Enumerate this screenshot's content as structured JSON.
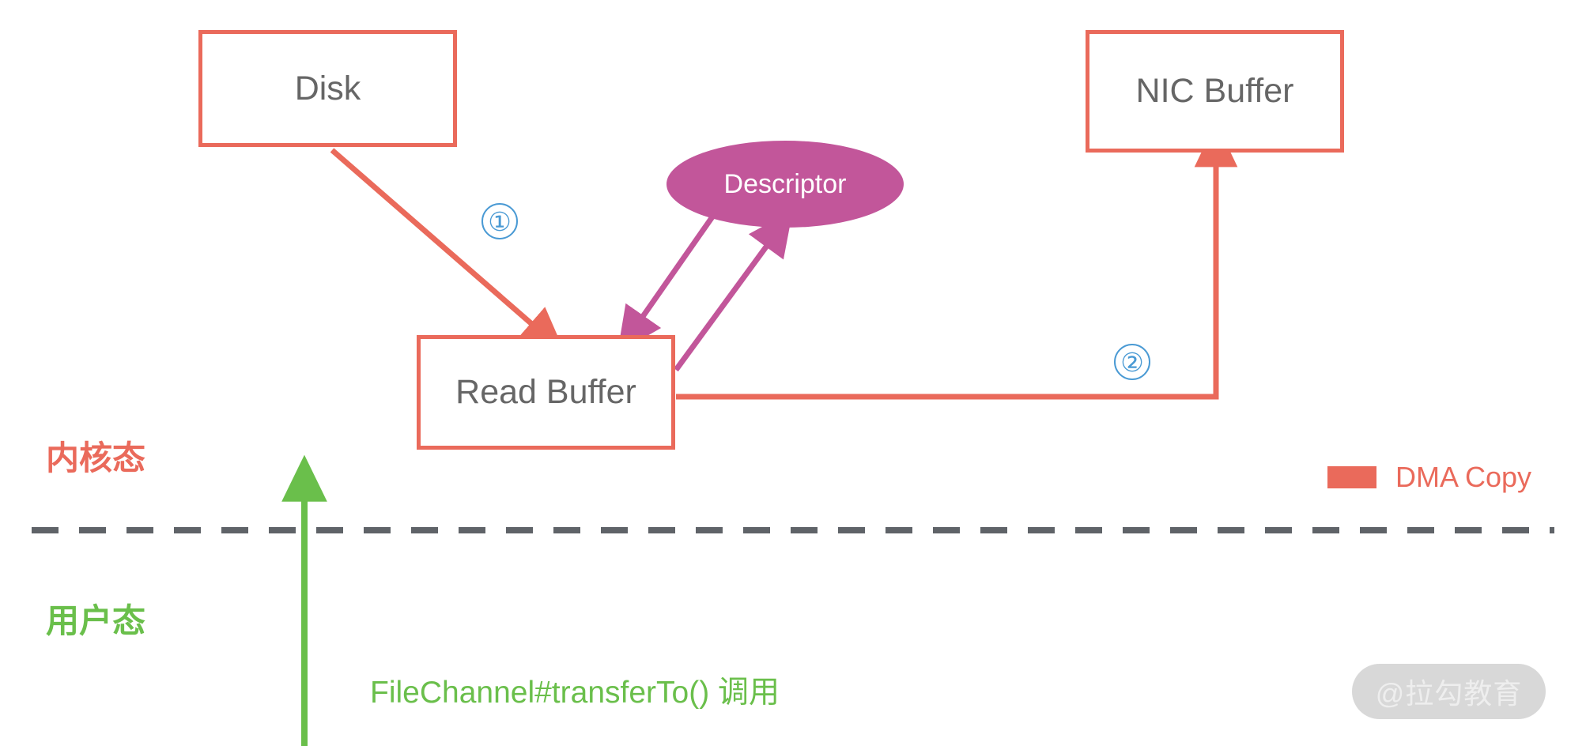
{
  "diagram": {
    "title": "Zero-copy sendfile / FileChannel#transferTo with DMA scatter-gather",
    "colors": {
      "dma_coral": "#ea6a5b",
      "descriptor_pink": "#c2569a",
      "step_blue": "#4a9ad4",
      "user_green": "#6abf4b",
      "divider_gray": "#5f6368",
      "node_text_gray": "#666666"
    },
    "nodes": [
      {
        "id": "disk",
        "label": "Disk",
        "shape": "rect"
      },
      {
        "id": "descriptor",
        "label": "Descriptor",
        "shape": "ellipse"
      },
      {
        "id": "nic-buffer",
        "label": "NIC Buffer",
        "shape": "rect"
      },
      {
        "id": "read-buffer",
        "label": "Read Buffer",
        "shape": "rect"
      }
    ],
    "steps": [
      {
        "id": "step-1",
        "label": "①"
      },
      {
        "id": "step-2",
        "label": "②"
      }
    ],
    "mode_labels": {
      "kernel": "内核态",
      "user": "用户态"
    },
    "call_label": "FileChannel#transferTo() 调用",
    "legend": {
      "dma_copy": "DMA Copy"
    },
    "watermark": "@拉勾教育"
  }
}
